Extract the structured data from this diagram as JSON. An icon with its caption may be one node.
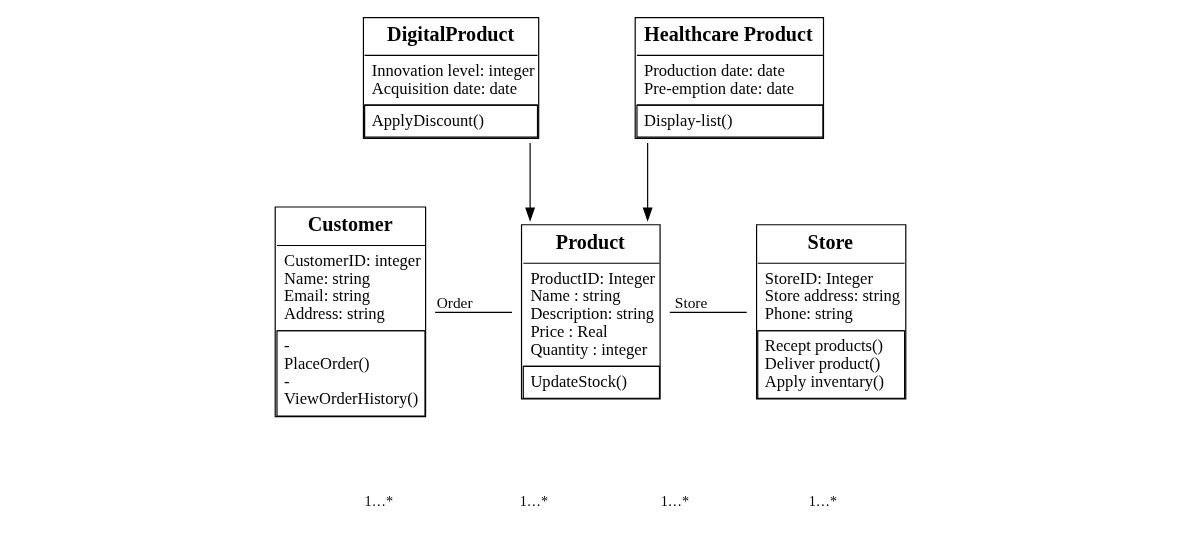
{
  "diagram": {
    "nodes": [
      {
        "text": [
          "DigitalProduct",
          "Innovation level: integer Acquisition date: date",
          "ApplyDiscount()"
        ]
      },
      {
        "text": [
          "Healthcare Product",
          "Production date: date Pre-emption date: date",
          "Display-list()"
        ]
      },
      {
        "text": [
          "Customer",
          "CustomerID: integer Name: string Email: string Address: string",
          "- PlaceOrder() - ViewOrderHistory()"
        ]
      },
      {
        "text": [
          "Product",
          "ProductID: Integer Name : string Description: string Price : Real Quantity : integer",
          "UpdateStock()"
        ]
      },
      {
        "text": [
          "Store",
          "StoreID: Integer Store address: string Phone: string",
          "Recept products() Deliver product() Apply inventary()"
        ]
      }
    ],
    "edges": [
      {
        "from": 0,
        "to": 3,
        "arrow": "to"
      },
      {
        "from": 1,
        "to": 3,
        "arrow": "to"
      },
      {
        "from": 2,
        "to": 3,
        "arrow": "none",
        "label": "Order"
      },
      {
        "from": 3,
        "to": 4,
        "arrow": "none",
        "label": "Store"
      }
    ],
    "labels": [
      "1…*",
      "1…*",
      "1…*",
      "1…*"
    ]
  }
}
